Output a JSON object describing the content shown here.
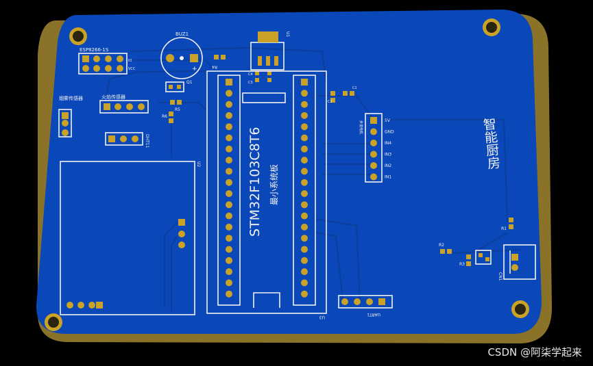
{
  "board": {
    "colors": {
      "background": "#000000",
      "copper": "#0a47b8",
      "trace": "#0a3f9e",
      "pad": "#c9a227",
      "silk": "#f2f2f2"
    },
    "chip": {
      "name": "STM32F103C8T6",
      "subtitle": "最小系统板",
      "ref": "U3"
    },
    "title_text": "智能厨房",
    "labels": {
      "buz": "BUZ1",
      "esp": "ESP8266-1S",
      "smoke": "烟雾传感器",
      "fire": "火焰传感器",
      "dht": "DHT11",
      "u2": "U2",
      "u1": "U1",
      "stepper": "步进电机",
      "uart": "UART1",
      "cn1": "CN1",
      "r1": "R1",
      "r2": "R2",
      "r3": "R3",
      "r4": "R4",
      "r5": "R5",
      "r6": "R6",
      "q1": "Q1",
      "c1": "C1",
      "c2": "C2",
      "c3": "C3",
      "c4": "C4",
      "io_label": "IO",
      "vcc_label": "VCC",
      "plus": "+"
    },
    "stepper_pins": [
      "5V",
      "GND",
      "IN4",
      "IN3",
      "IN2",
      "IN1"
    ]
  },
  "watermark": "CSDN @阿柒学起来"
}
